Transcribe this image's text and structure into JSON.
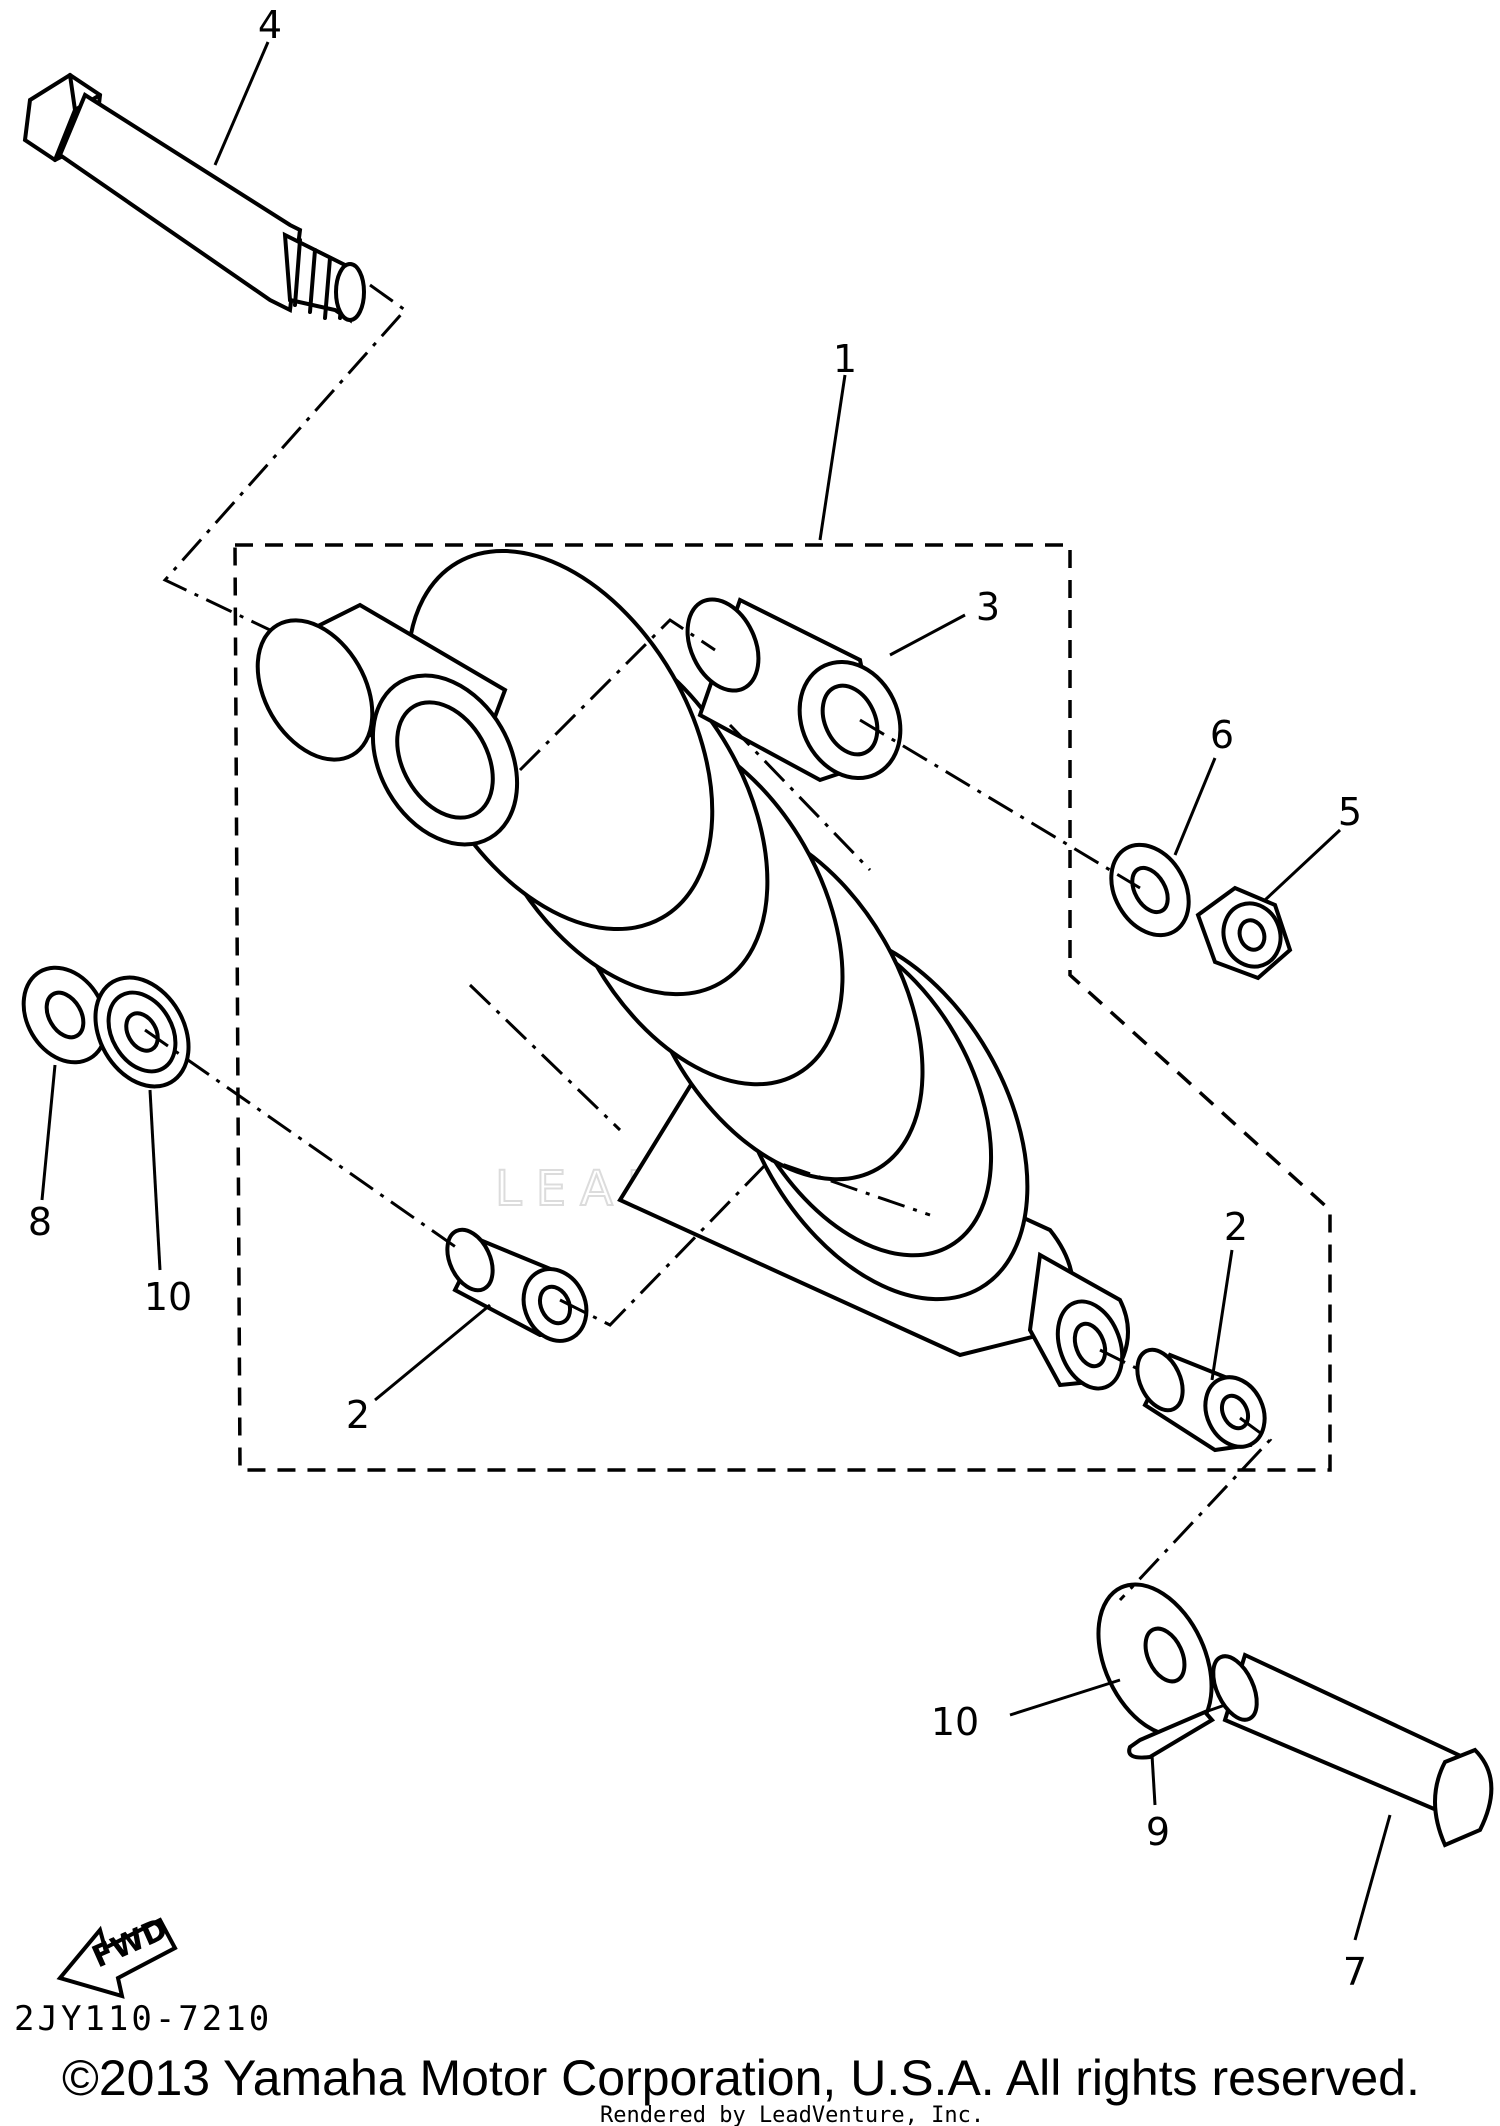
{
  "callouts": [
    {
      "id": "part-1",
      "text": "1"
    },
    {
      "id": "part-2-left",
      "text": "2"
    },
    {
      "id": "part-2-right",
      "text": "2"
    },
    {
      "id": "part-3",
      "text": "3"
    },
    {
      "id": "part-4",
      "text": "4"
    },
    {
      "id": "part-5",
      "text": "5"
    },
    {
      "id": "part-6",
      "text": "6"
    },
    {
      "id": "part-7",
      "text": "7"
    },
    {
      "id": "part-8",
      "text": "8"
    },
    {
      "id": "part-9",
      "text": "9"
    },
    {
      "id": "part-10-left",
      "text": "10"
    },
    {
      "id": "part-10-right",
      "text": "10"
    }
  ],
  "fwd_label": "FWD",
  "diagram_code": "2JY110-7210",
  "copyright": "©2013 Yamaha Motor Corporation, U.S.A. All rights reserved.",
  "rendered_by": "Rendered by LeadVenture, Inc.",
  "watermark": "LEADVENTURE"
}
